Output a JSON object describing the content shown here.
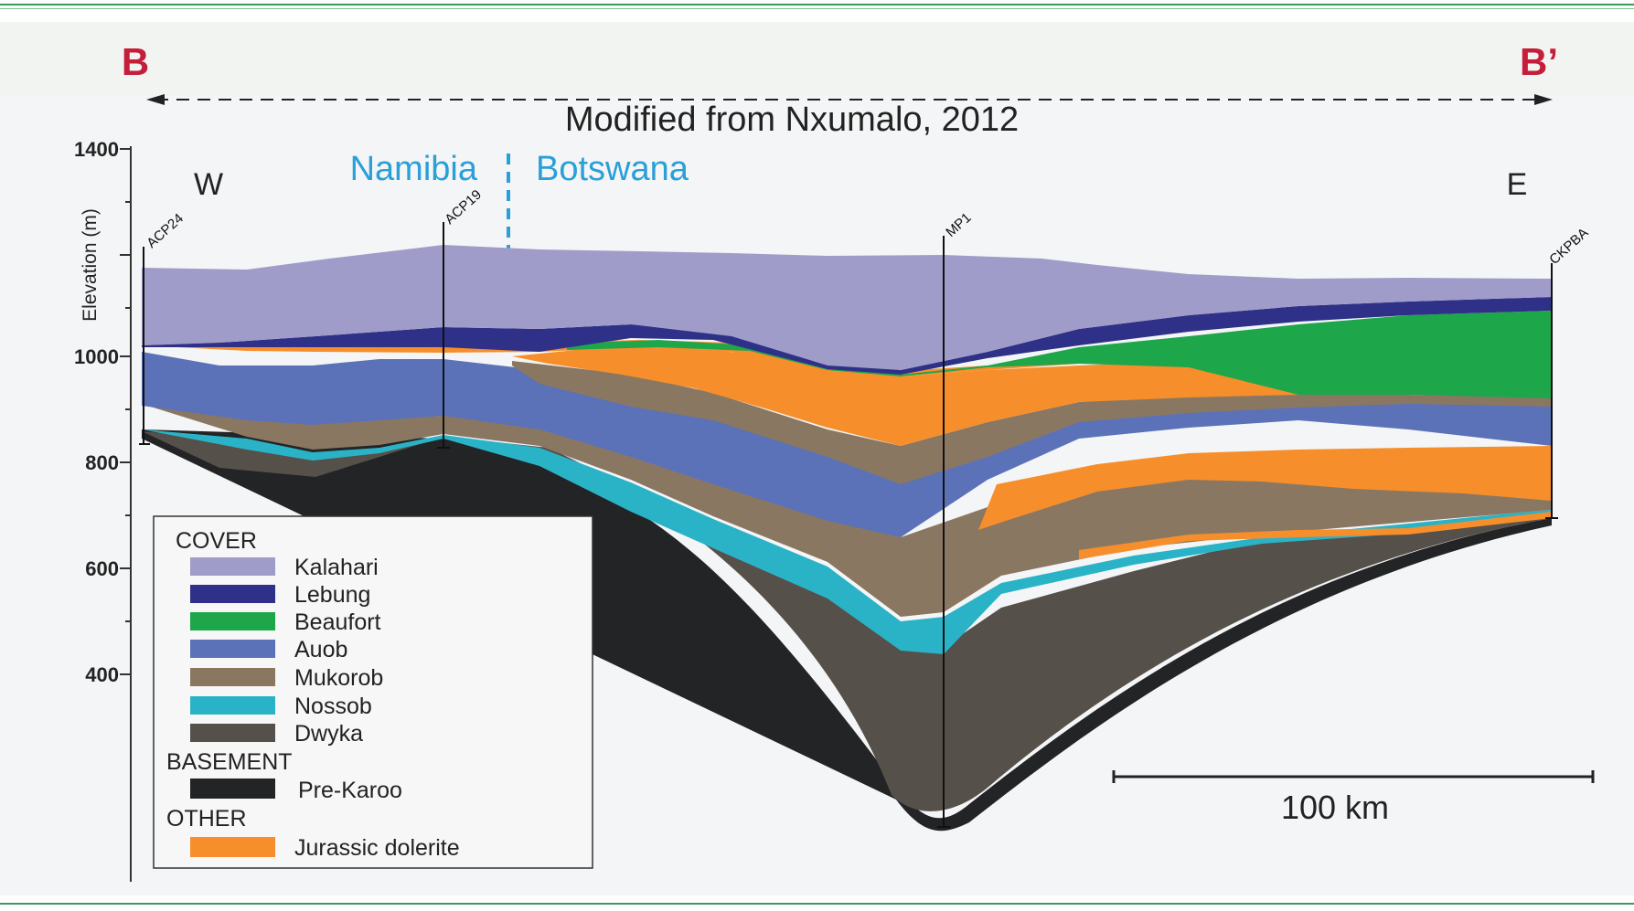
{
  "section": {
    "left_label": "B",
    "right_label": "B’"
  },
  "title": "Modified from Nxumalo, 2012",
  "orientation": {
    "west": "W",
    "east": "E"
  },
  "countries": {
    "left": "Namibia",
    "right": "Botswana"
  },
  "y_axis": {
    "label": "Elevation (m)",
    "ticks": [
      "1400",
      "1000",
      "800",
      "600",
      "400"
    ]
  },
  "wells": [
    "ACP24",
    "ACP19",
    "MP1",
    "CKPBA"
  ],
  "legend": {
    "cover_heading": "COVER",
    "basement_heading": "BASEMENT",
    "other_heading": "OTHER",
    "items": [
      {
        "label": "Kalahari",
        "color": "#a09cc9"
      },
      {
        "label": "Lebung",
        "color": "#2e3187"
      },
      {
        "label": "Beaufort",
        "color": "#1ea64a"
      },
      {
        "label": "Auob",
        "color": "#5b72b8"
      },
      {
        "label": "Mukorob",
        "color": "#8a7762"
      },
      {
        "label": "Nossob",
        "color": "#2ab3c7"
      },
      {
        "label": "Dwyka",
        "color": "#56504b"
      },
      {
        "label": "Pre-Karoo",
        "color": "#222425"
      },
      {
        "label": "Jurassic dolerite",
        "color": "#f68e2b"
      }
    ]
  },
  "scale_bar": {
    "label": "100 km"
  },
  "colors": {
    "section_label": "#c41e3a",
    "country_label": "#2a9fd8",
    "frame_green": "#2e8b57"
  }
}
